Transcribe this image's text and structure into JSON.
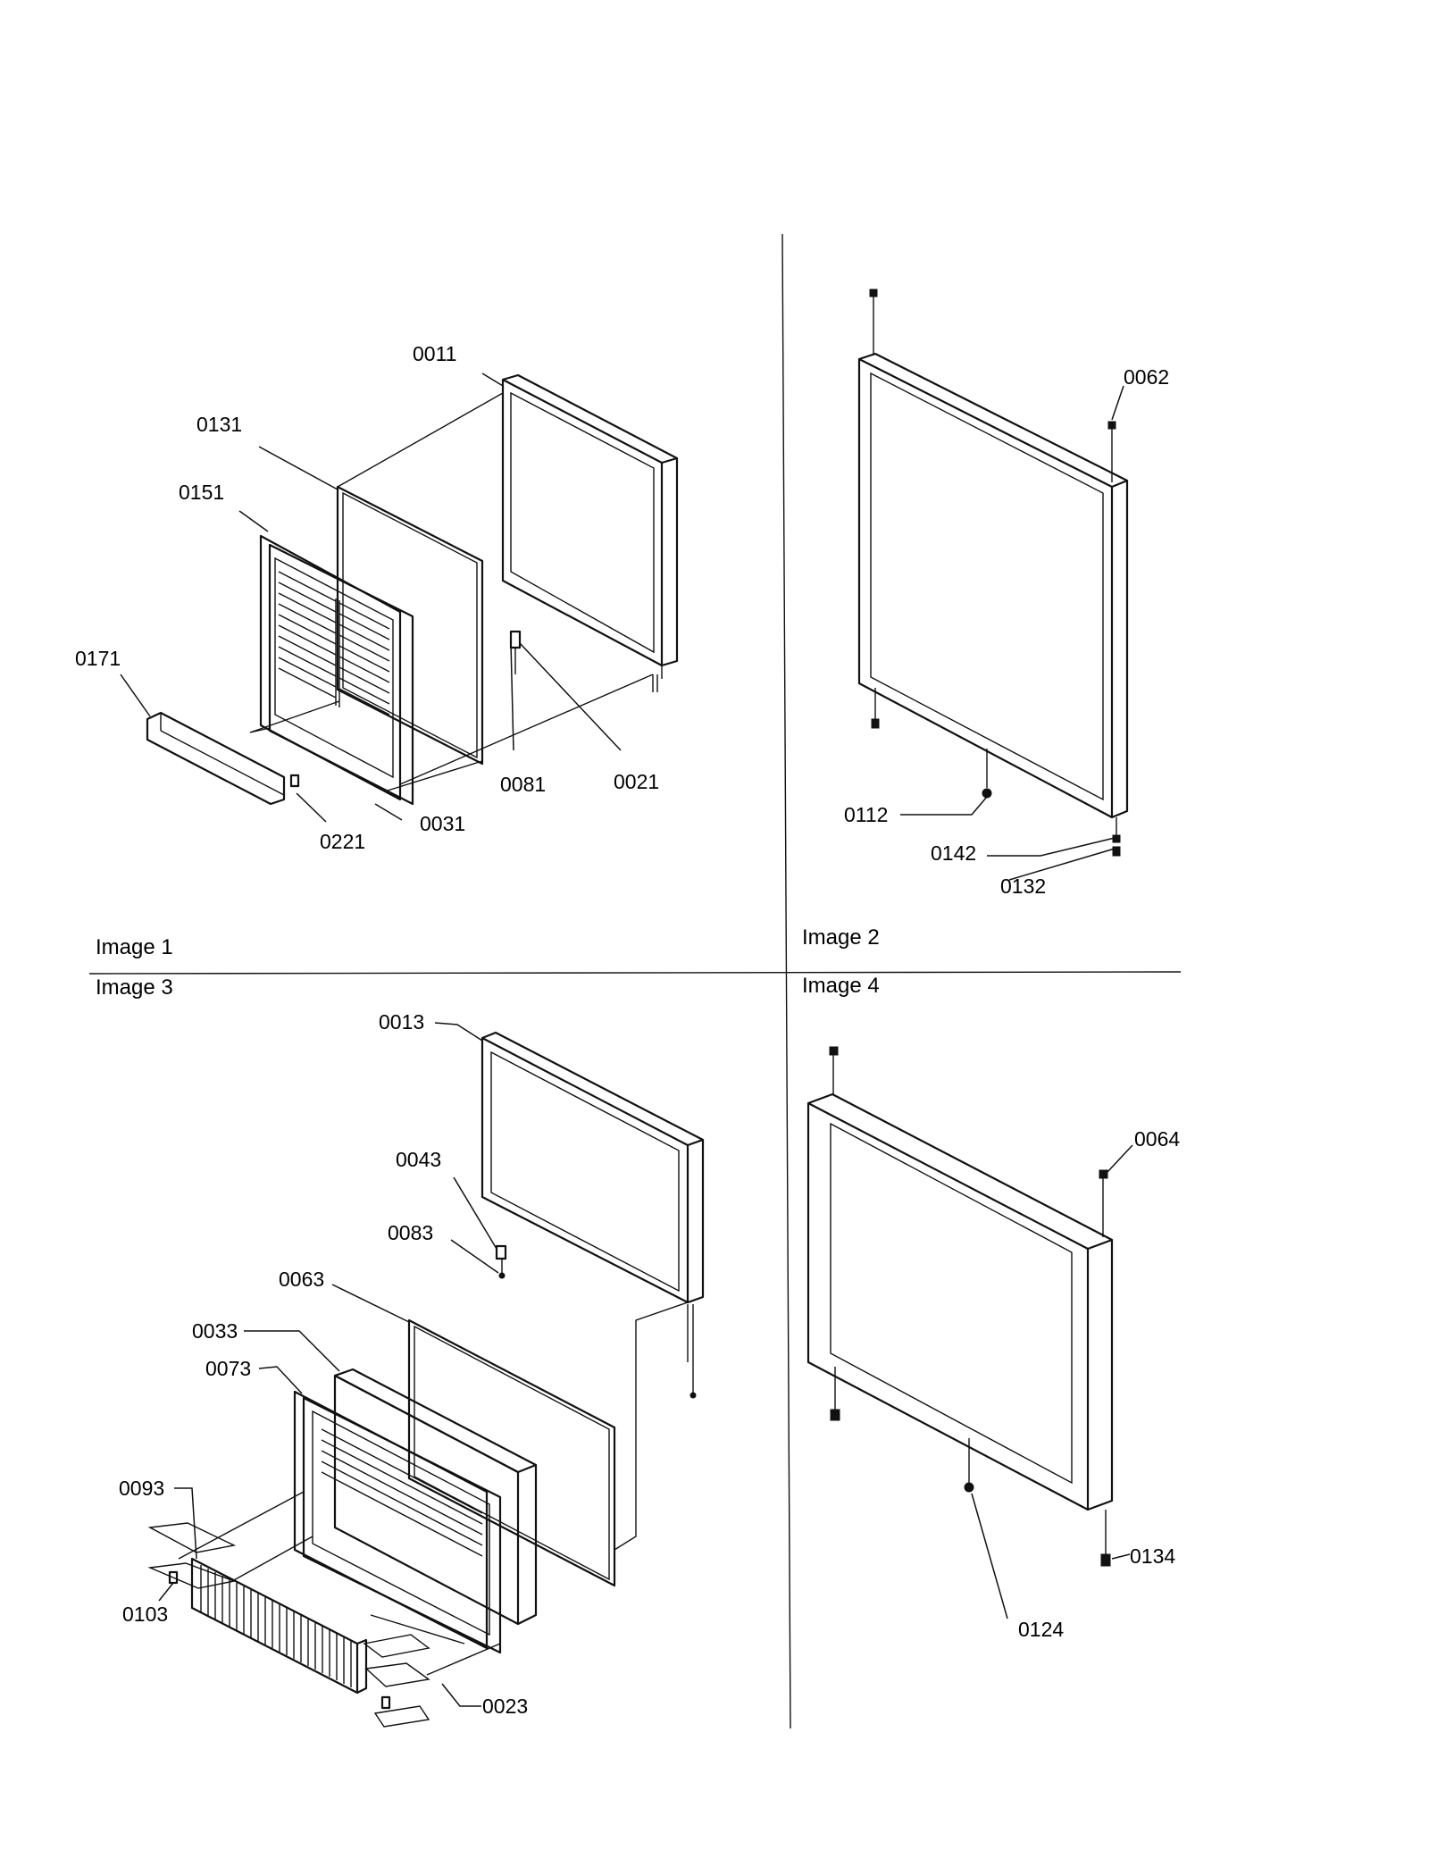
{
  "sections": [
    {
      "label": "Image 1"
    },
    {
      "label": "Image 2"
    },
    {
      "label": "Image 3"
    },
    {
      "label": "Image 4"
    }
  ],
  "parts": {
    "p0011": "0011",
    "p0131": "0131",
    "p0151": "0151",
    "p0171": "0171",
    "p0081": "0081",
    "p0021": "0021",
    "p0221": "0221",
    "p0031": "0031",
    "p0062": "0062",
    "p0112": "0112",
    "p0142": "0142",
    "p0132": "0132",
    "p0013": "0013",
    "p0043": "0043",
    "p0083": "0083",
    "p0063": "0063",
    "p0033": "0033",
    "p0073": "0073",
    "p0093": "0093",
    "p0103": "0103",
    "p0023": "0023",
    "p0064": "0064",
    "p0134": "0134",
    "p0124": "0124"
  }
}
